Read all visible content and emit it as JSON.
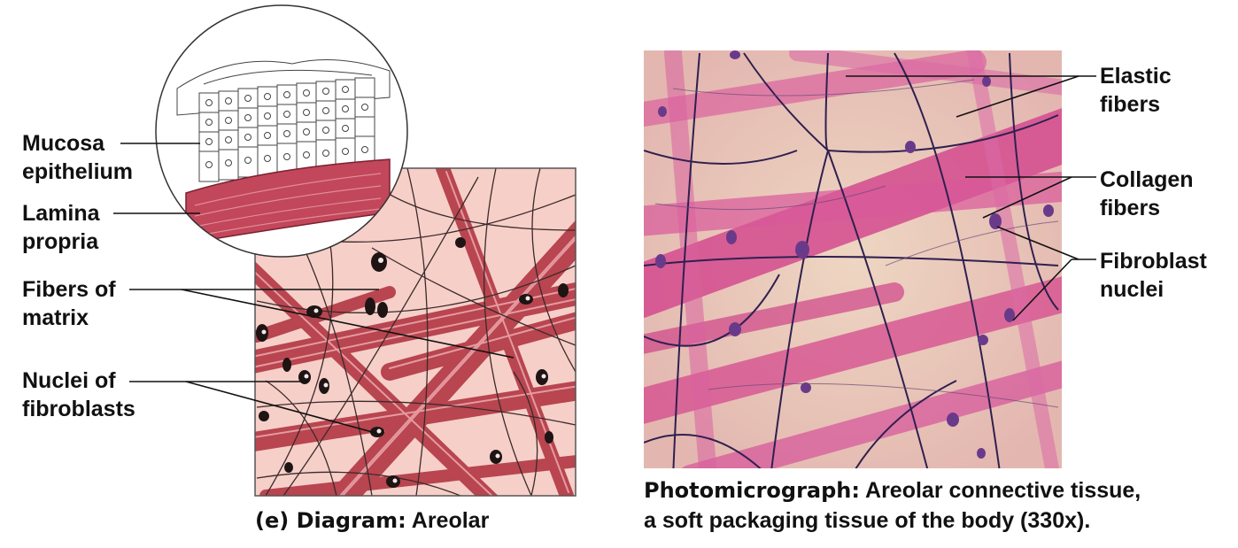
{
  "diagram": {
    "labels": {
      "mucosa_epithelium": "Mucosa epithelium",
      "lamina_propria": "Lamina propria",
      "fibers_of_matrix": "Fibers of matrix",
      "nuclei_of_fibroblasts": "Nuclei of fibroblasts"
    },
    "caption_prefix": "(e) Diagram:",
    "caption_text": "Areolar"
  },
  "photomicrograph": {
    "labels": {
      "elastic_fibers": "Elastic fibers",
      "collagen_fibers": "Collagen fibers",
      "fibroblast_nuclei": "Fibroblast nuclei"
    },
    "caption_prefix": "Photomicrograph:",
    "caption_line1": "Areolar connective tissue,",
    "caption_line2": "a soft packaging tissue of the body (330x)."
  },
  "colors": {
    "tissue_pink": "#f6cfc8",
    "collagen_red": "#b8454f",
    "micro_bg": "#e9c8b4",
    "micro_collagen": "#d6488a",
    "elastic_dark": "#2f2050"
  }
}
